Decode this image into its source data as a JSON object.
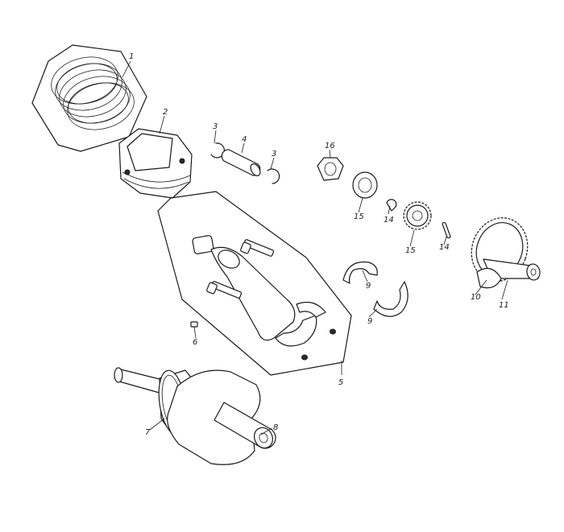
{
  "callouts": {
    "c1": "1",
    "c2": "2",
    "c3a": "3",
    "c3b": "3",
    "c4": "4",
    "c5": "5",
    "c6": "6",
    "c7": "7",
    "c8": "8",
    "c9a": "9",
    "c9b": "9",
    "c10": "10",
    "c11": "11",
    "c14a": "14",
    "c14b": "14",
    "c15a": "15",
    "c15b": "15",
    "c16": "16"
  }
}
